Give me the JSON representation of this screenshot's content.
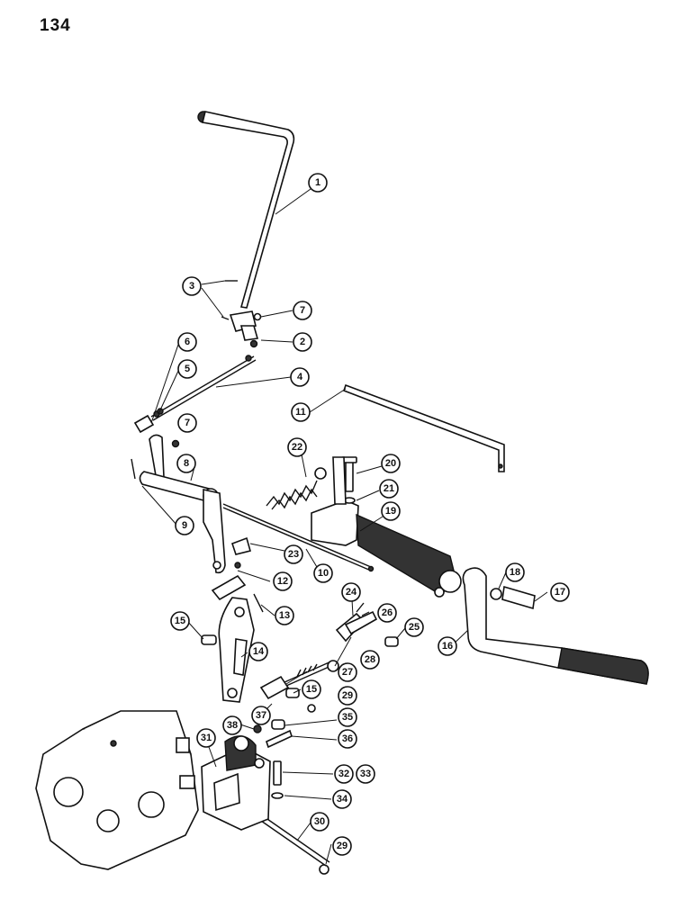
{
  "page_number": "134",
  "callouts": {
    "c1": "1",
    "c2": "2",
    "c3": "3",
    "c4": "4",
    "c5": "5",
    "c6": "6",
    "c7a": "7",
    "c7b": "7",
    "c8": "8",
    "c9": "9",
    "c10": "10",
    "c11": "11",
    "c12": "12",
    "c13": "13",
    "c14": "14",
    "c15a": "15",
    "c15b": "15",
    "c16": "16",
    "c17": "17",
    "c18": "18",
    "c19": "19",
    "c20": "20",
    "c21": "21",
    "c22": "22",
    "c23": "23",
    "c24": "24",
    "c25": "25",
    "c26": "26",
    "c27": "27",
    "c28": "28",
    "c29a": "29",
    "c29b": "29",
    "c30": "30",
    "c31": "31",
    "c32": "32",
    "c33": "33",
    "c34": "34",
    "c35": "35",
    "c36": "36",
    "c37": "37",
    "c38": "38"
  }
}
